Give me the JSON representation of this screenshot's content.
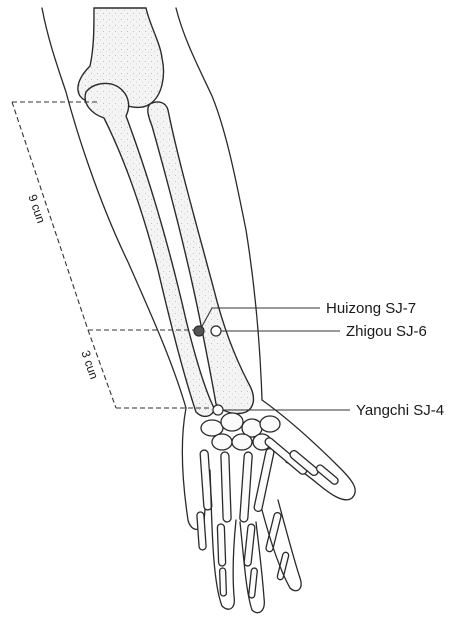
{
  "points": {
    "huizong": {
      "label": "Huizong SJ-7",
      "style": "filled",
      "color": "#555555"
    },
    "zhigou": {
      "label": "Zhigou SJ-6",
      "style": "open",
      "color": "#ffffff"
    },
    "yangchi": {
      "label": "Yangchi SJ-4",
      "style": "open",
      "color": "#ffffff"
    }
  },
  "measurements": {
    "upper": {
      "label": "9 cun"
    },
    "lower": {
      "label": "3 cun"
    }
  },
  "colors": {
    "line": "#2a2a2a",
    "bone_fill": "#f4f4f4",
    "background": "#ffffff"
  }
}
